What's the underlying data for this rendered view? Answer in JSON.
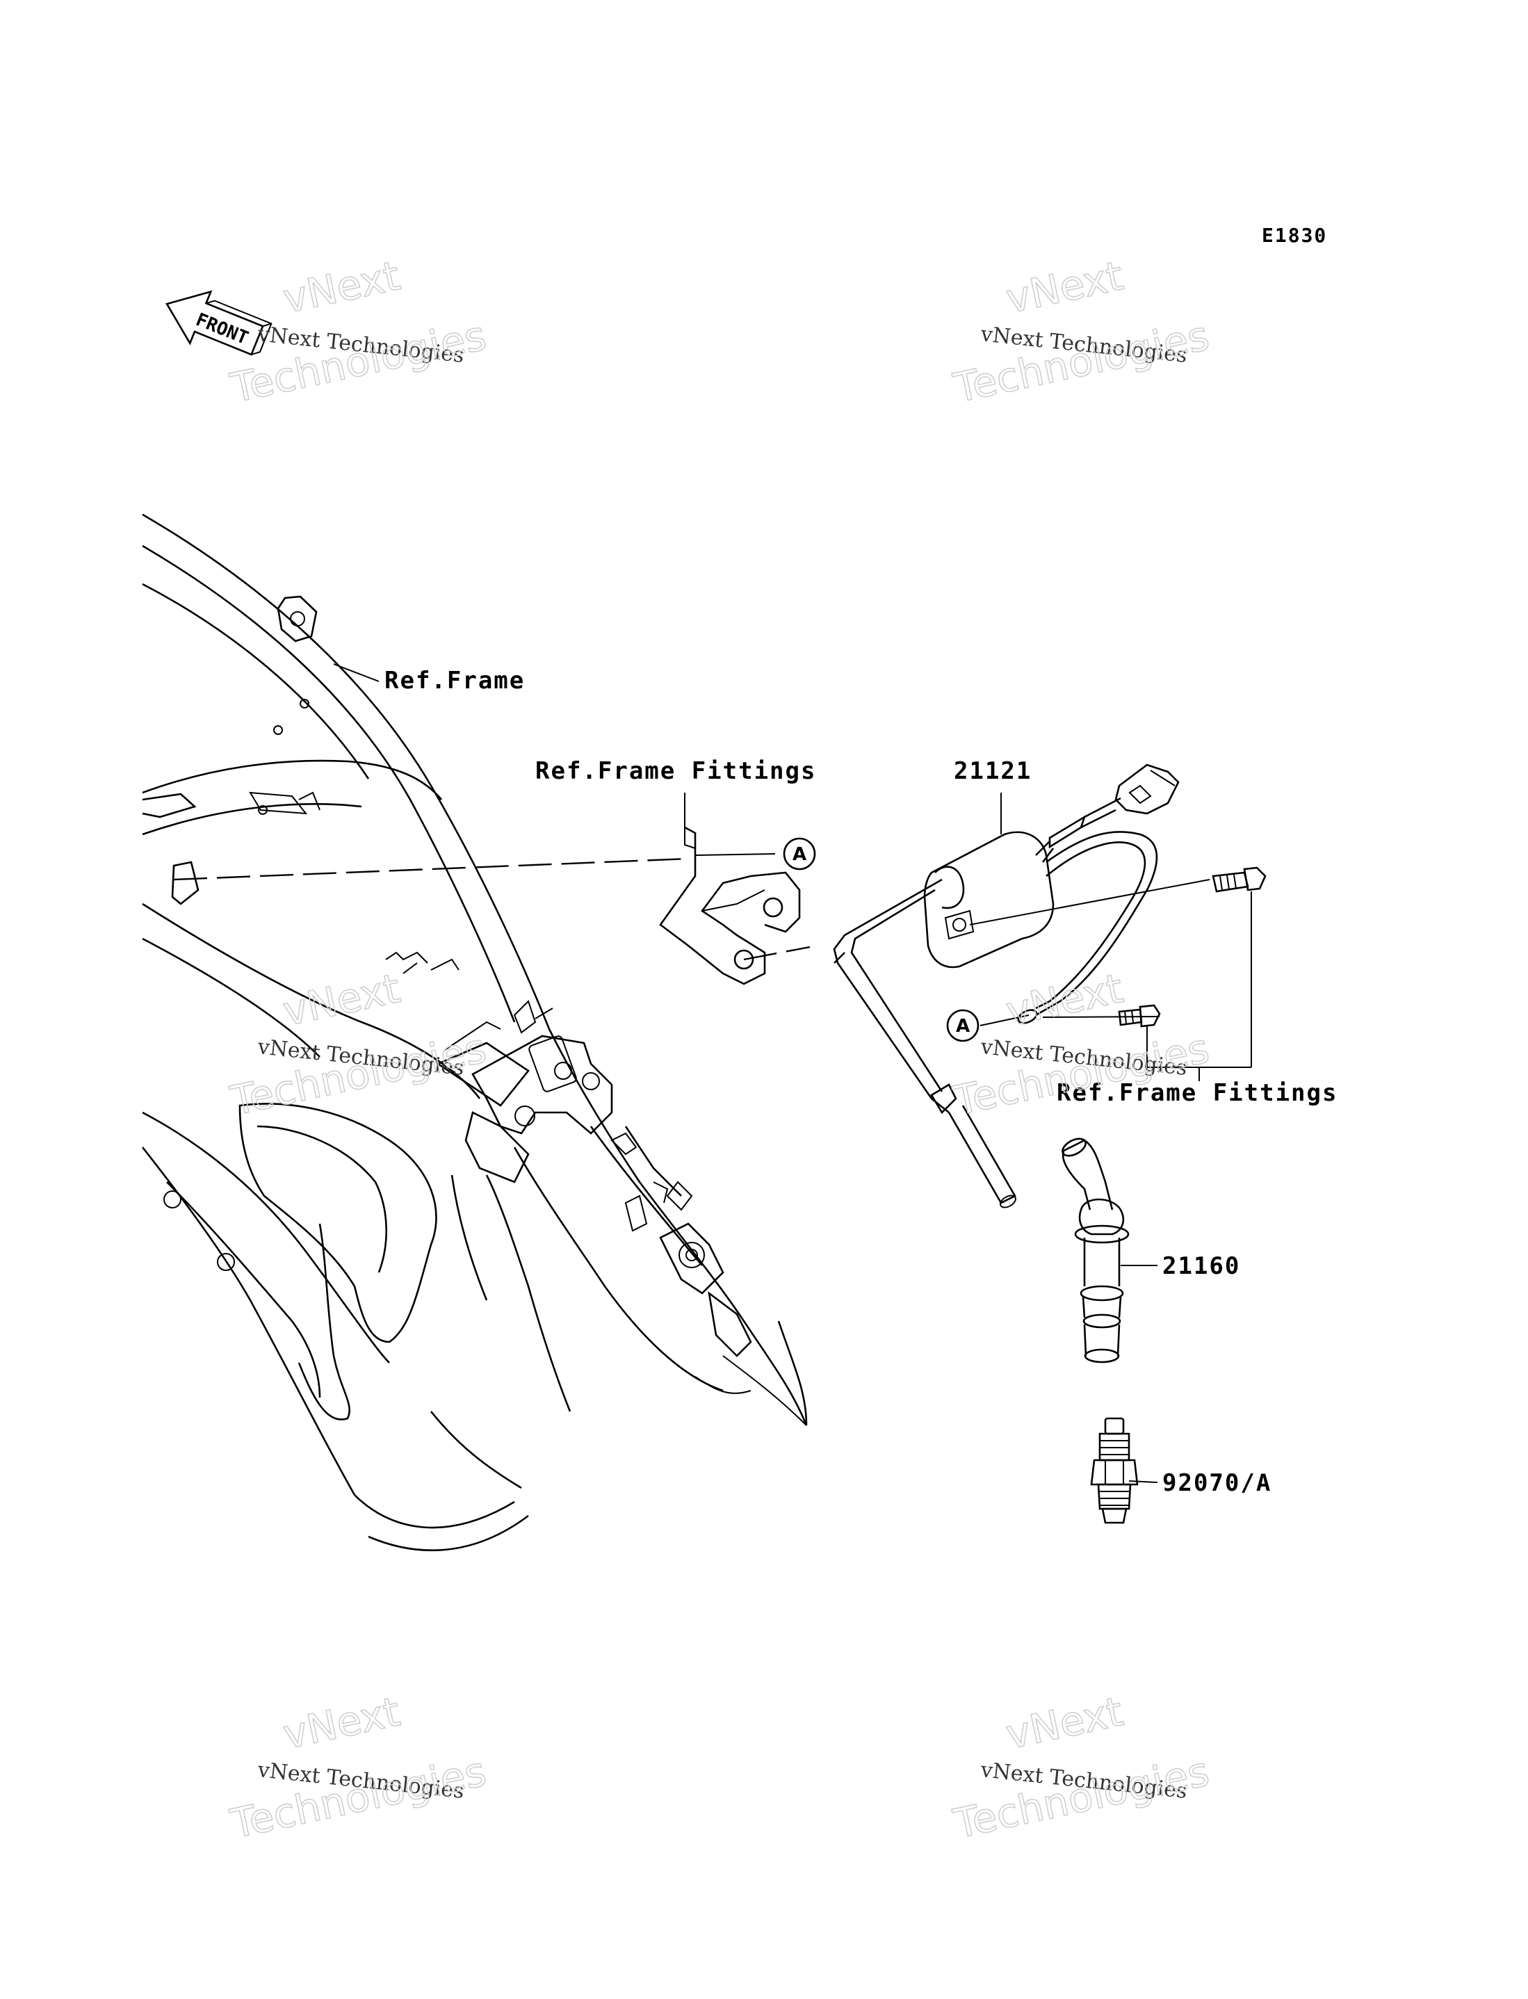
{
  "diagram_code": "E1830",
  "front_label": "FRONT",
  "labels": {
    "ref_frame": "Ref.Frame",
    "ref_frame_fittings_top": "Ref.Frame Fittings",
    "ref_frame_fittings_right": "Ref.Frame Fittings",
    "ignition_coil": "21121",
    "plug_cap": "21160",
    "spark_plug": "92070/A"
  },
  "callouts": {
    "a_top": "A",
    "a_mid": "A"
  },
  "watermark": {
    "line1": "vNext Technologies",
    "line2": "vNext",
    "line3": "Technologies"
  }
}
